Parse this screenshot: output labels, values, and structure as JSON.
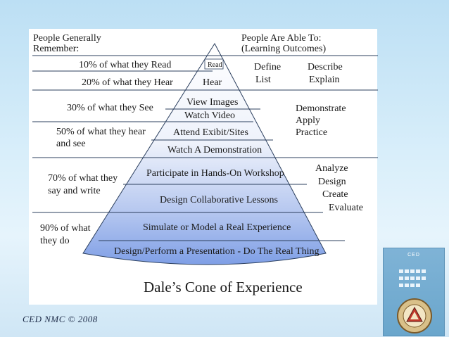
{
  "left_header": [
    "People Generally",
    "Remember:"
  ],
  "right_header": [
    "People Are Able To:",
    "(Learning Outcomes)"
  ],
  "remember_rows": [
    {
      "lines": [
        "10% of what they Read"
      ]
    },
    {
      "lines": [
        "20% of what they Hear"
      ]
    },
    {
      "lines": [
        "30% of what they See"
      ]
    },
    {
      "lines": [
        "50% of what they hear",
        "and see"
      ]
    },
    {
      "lines": [
        "70% of what they",
        "say and write"
      ]
    },
    {
      "lines": [
        "90% of what",
        "they do"
      ]
    }
  ],
  "pyramid_levels": [
    "Read",
    "Hear",
    "View Images",
    "Watch Video",
    "Attend Exibit/Sites",
    "Watch A Demonstration",
    "Participate in Hands-On Workshop",
    "Design Collaborative Lessons",
    "Simulate or Model a Real Experience",
    "Design/Perform a Presentation - Do The Real Thing"
  ],
  "outcome_groups": [
    {
      "words": [
        "Define",
        "List"
      ]
    },
    {
      "words": [
        "Describe",
        "Explain"
      ]
    },
    {
      "words": [
        "Demonstrate",
        "Apply",
        "Practice"
      ]
    },
    {
      "words": [
        "Analyze",
        "Design",
        "Create",
        "Evaluate"
      ]
    }
  ],
  "title": "Dale’s Cone of Experience",
  "copyright": "CED NMC © 2008",
  "logo_text": "CED",
  "colors": {
    "pyramid_top": "#ffffff",
    "pyramid_bottom": "#7f9fe6",
    "outline": "#2b3f5e"
  }
}
